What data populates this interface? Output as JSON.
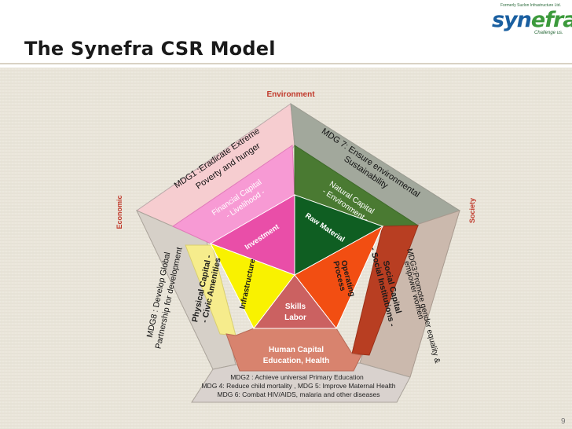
{
  "slide": {
    "title": "The Synefra CSR Model",
    "page_number": "9"
  },
  "logo": {
    "top_line": "Formerly Suzlon Infrastructure Ltd.",
    "word_main": "syn",
    "word_accent": "efra",
    "tagline": "Challenge us."
  },
  "diagram": {
    "side_labels": {
      "environment": "Environment",
      "economic": "Economic",
      "society": "Society"
    },
    "outer": {
      "mdg1_line1": "MDG1 :Eradicate Extreme",
      "mdg1_line2": "Poverty and hunger",
      "mdg7_line1": "MDG 7: Ensure environmental",
      "mdg7_line2": "Sustainability",
      "mdg8_line1": "MDG8 : Develop Global",
      "mdg8_line2": "Partnership for development",
      "mdg3_line1": "MDG3:Promote gender equality &",
      "mdg3_line2": "empower women",
      "bottom_line1": "MDG2 : Achieve universal Primary Education",
      "bottom_line2": "MDG 4: Reduce child mortality , MDG 5: Improve Maternal Health",
      "bottom_line3": "MDG 6: Combat HIV/AIDS,  malaria and other diseases"
    },
    "middle": {
      "financial_line1": "Financial Capital",
      "financial_line2": "- Livelihood -",
      "natural_line1": "Natural Capital",
      "natural_line2": "- Environment -",
      "physical_line1": "Physical Capital -",
      "physical_line2": "- Civic Amenities",
      "social_line1": "Social Capital",
      "social_line2": "- Social Institutions -",
      "human_line1": "Human Capital",
      "human_line2": "Education, Health"
    },
    "inner": {
      "investment": "Investment",
      "raw_material": "Raw Material",
      "infrastructure": "Infrastructure",
      "operating_line1": "Operating",
      "operating_line2": "Process",
      "skills_line1": "Skills",
      "skills_line2": "Labor"
    }
  },
  "colors": {
    "background": "#ece8de",
    "outer_top_left": "#f6cdd0",
    "outer_top_right": "#a2a89c",
    "outer_left": "#d6d0c8",
    "outer_right": "#cbb9ad",
    "outer_bottom": "#d9d2ce",
    "mid_pink": "#f79ad4",
    "mid_green": "#4a7a32",
    "mid_yellow": "#f6ec8c",
    "mid_red": "#b83e22",
    "mid_human": "#d8836e",
    "inner_magenta": "#e94ea8",
    "inner_green": "#0f5e22",
    "inner_yellow": "#f9f200",
    "inner_orange": "#f24e12",
    "inner_skills": "#cb6161",
    "side_label": "#c0392b"
  }
}
